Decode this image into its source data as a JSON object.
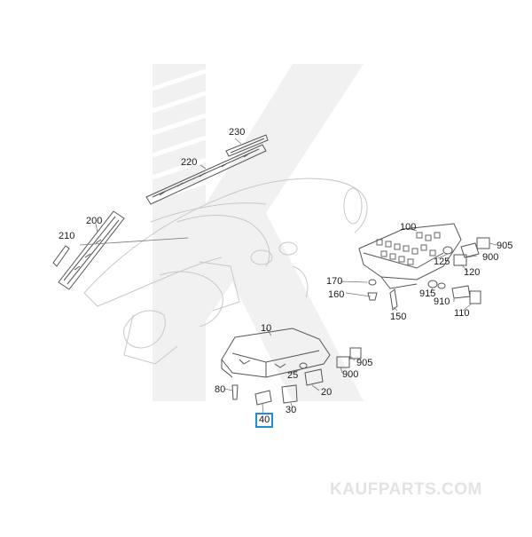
{
  "diagram": {
    "watermark_text": "KAUFPARTS.COM",
    "highlighted_part": "40",
    "colors": {
      "highlight": "#1e8fd5",
      "line": "#555555",
      "watermark": "#e8e8e8"
    },
    "callouts": [
      {
        "label": "230"
      },
      {
        "label": "220"
      },
      {
        "label": "210"
      },
      {
        "label": "200"
      },
      {
        "label": "100"
      },
      {
        "label": "905"
      },
      {
        "label": "900"
      },
      {
        "label": "125"
      },
      {
        "label": "120"
      },
      {
        "label": "170"
      },
      {
        "label": "160"
      },
      {
        "label": "150"
      },
      {
        "label": "915"
      },
      {
        "label": "910"
      },
      {
        "label": "110"
      },
      {
        "label": "10"
      },
      {
        "label": "905"
      },
      {
        "label": "900"
      },
      {
        "label": "25"
      },
      {
        "label": "20"
      },
      {
        "label": "80"
      },
      {
        "label": "30"
      },
      {
        "label": "40"
      }
    ]
  }
}
